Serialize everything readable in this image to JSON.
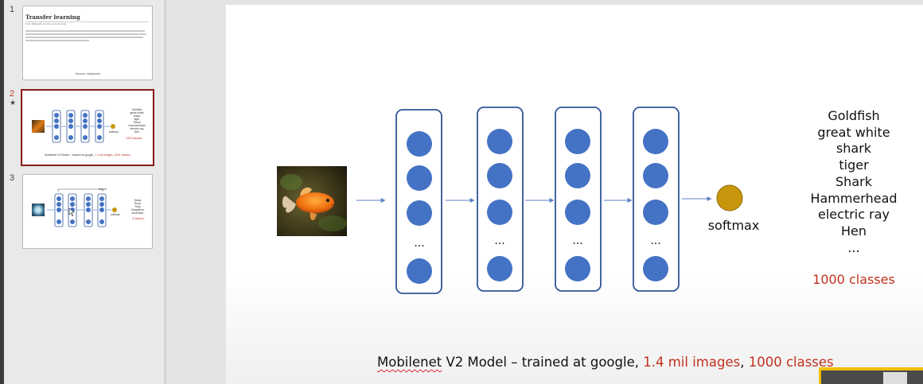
{
  "thumbnails": [
    {
      "number": "1",
      "title": "Transfer learning",
      "subtitle": "From Wikipedia, the free encyclopedia",
      "source": "Source: wikipedia"
    },
    {
      "number": "2",
      "star": "★",
      "labels": "Goldfish\ngreat white\nshark\ntiger\nShark\nHammerhead\nelectric ray\nHen",
      "softmax": "softmax",
      "classes": "1000 classes",
      "caption_main": "Mobilenet V2 Model – trained at google, ",
      "caption_red": "1.4 mil images, 1000 classes"
    },
    {
      "number": "3",
      "top_label": "freeze",
      "labels": "Daisy\nRose\nTulip\nDandelion\nsunflower",
      "softmax": "softmax",
      "classes": "5 classes"
    }
  ],
  "slide": {
    "ellipsis": "...",
    "softmax": "softmax",
    "class_list": [
      "Goldfish",
      "great white",
      "shark",
      "tiger",
      "Shark",
      "Hammerhead",
      "electric ray",
      "Hen",
      "..."
    ],
    "classes_total": "1000 classes",
    "caption": {
      "model_word": "Mobilenet",
      "main": " V2 Model – trained at google, ",
      "images": "1.4 mil images",
      "comma": ", ",
      "classes": "1000 classes"
    }
  },
  "colors": {
    "accent": "#c0321e",
    "node_fill": "#4472c4",
    "column_border": "#2f5597",
    "softmax_fill": "#c8960c",
    "selected_thumb": "#8b1a1a"
  }
}
